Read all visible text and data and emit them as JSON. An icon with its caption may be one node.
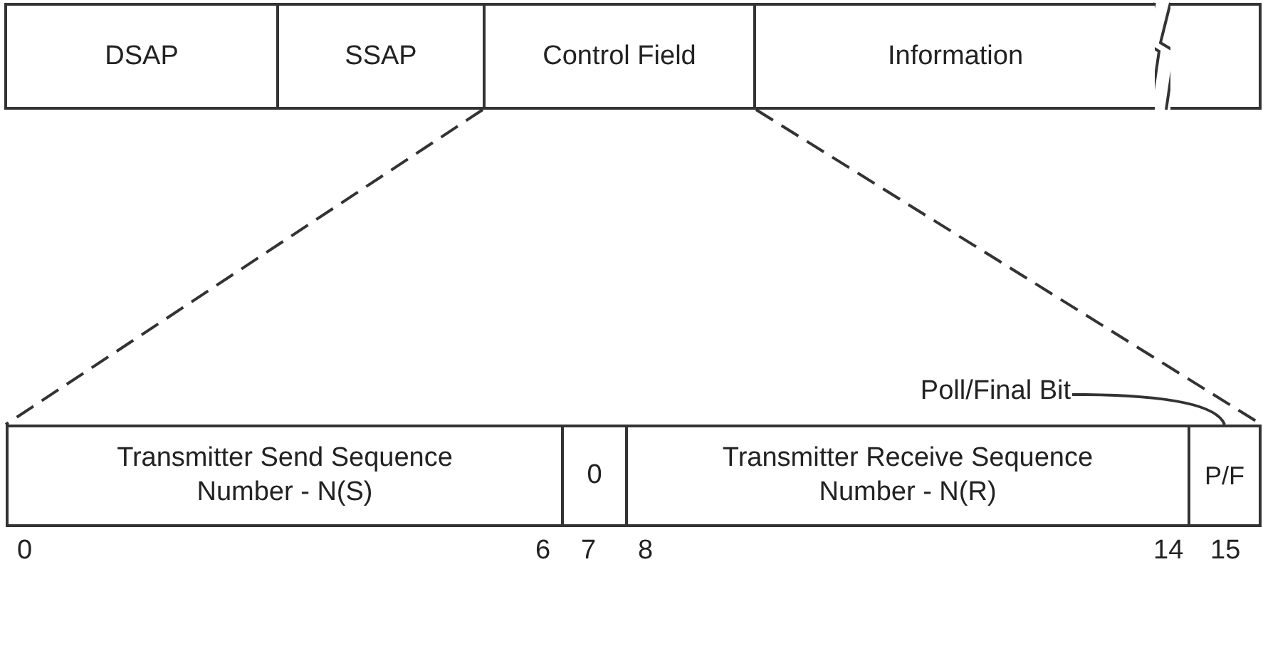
{
  "diagram": {
    "nodes": [
      {
        "text": [
          "DSAP"
        ]
      },
      {
        "text": [
          "SSAP"
        ]
      },
      {
        "text": [
          "Control Field"
        ]
      },
      {
        "text": [
          "Information"
        ]
      },
      {
        "text": [],
        "shape": "box"
      },
      {
        "text": [
          "Transmitter Send Sequence Number - N(S)"
        ]
      },
      {
        "text": [
          "0"
        ]
      },
      {
        "text": [
          "Transmitter Receive Sequence Number - N(R)"
        ]
      },
      {
        "text": [
          "P/F"
        ]
      },
      {
        "text": [
          "Poll/Final Bit"
        ]
      }
    ],
    "edges": [
      {
        "from": 2,
        "to": 5,
        "arrow": "none",
        "style": "dashed"
      },
      {
        "from": 2,
        "to": 8,
        "arrow": "none",
        "style": "dashed"
      },
      {
        "from": 9,
        "to": 8,
        "arrow": "none"
      }
    ],
    "labels": [
      "0",
      "6",
      "7",
      "8",
      "14",
      "15"
    ]
  }
}
